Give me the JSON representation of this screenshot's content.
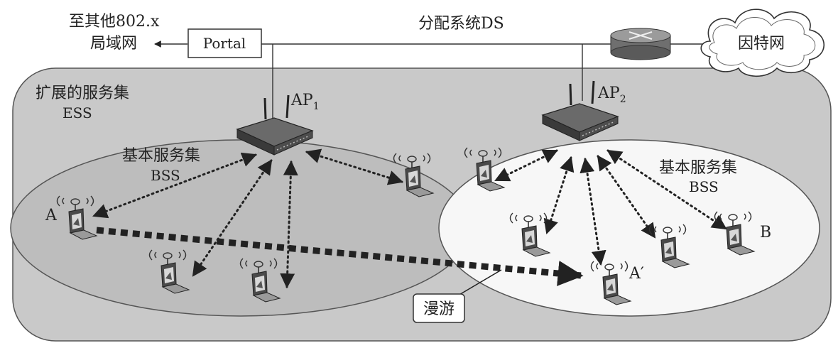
{
  "header": {
    "other_lan_line1": "至其他802.x",
    "other_lan_line2": "局域网",
    "portal": "Portal",
    "ds": "分配系统DS",
    "internet": "因特网"
  },
  "ess": {
    "line1": "扩展的服务集",
    "line2": "ESS"
  },
  "ap1": {
    "base": "AP",
    "sub": "1"
  },
  "ap2": {
    "base": "AP",
    "sub": "2"
  },
  "bss_left": {
    "line1": "基本服务集",
    "line2": "BSS"
  },
  "bss_right": {
    "line1": "基本服务集",
    "line2": "BSS"
  },
  "stations": {
    "a": "A",
    "a_prime": "A′",
    "b": "B"
  },
  "roaming": "漫游",
  "colors": {
    "ess_fill": "#c9c9c9",
    "bss_left_fill": "#bdbdbd",
    "bss_right_fill": "#f7f7f7",
    "line": "#333333",
    "router": "#7d7d7d"
  },
  "icons": {
    "ap": "wireless-access-point-icon",
    "station": "laptop-with-antenna-icon",
    "router": "router-icon",
    "cloud": "cloud-icon"
  }
}
